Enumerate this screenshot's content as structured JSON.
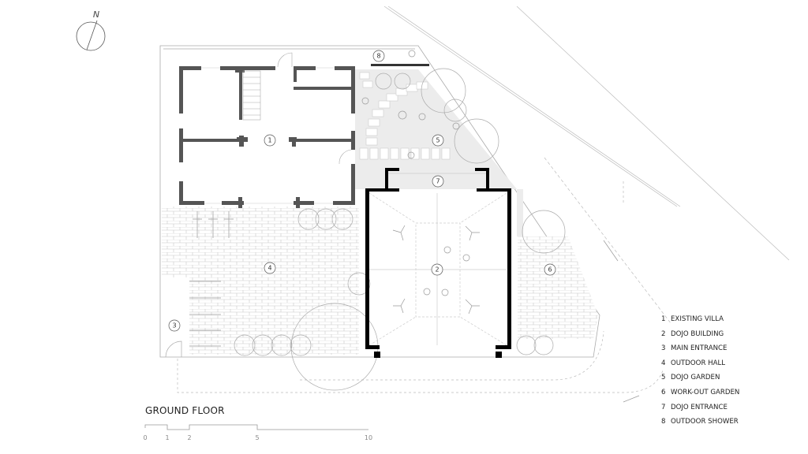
{
  "plan": {
    "title": "GROUND FLOOR",
    "north_label": "N",
    "room_markers": [
      "1",
      "2",
      "3",
      "4",
      "5",
      "6",
      "7",
      "8"
    ],
    "legend": [
      {
        "num": "1",
        "label": "EXISTING VILLA"
      },
      {
        "num": "2",
        "label": "DOJO BUILDING"
      },
      {
        "num": "3",
        "label": "MAIN ENTRANCE"
      },
      {
        "num": "4",
        "label": "OUTDOOR HALL"
      },
      {
        "num": "5",
        "label": "DOJO GARDEN"
      },
      {
        "num": "6",
        "label": "WORK-OUT GARDEN"
      },
      {
        "num": "7",
        "label": "DOJO ENTRANCE"
      },
      {
        "num": "8",
        "label": "OUTDOOR SHOWER"
      }
    ],
    "scale_bar": {
      "ticks": [
        "0",
        "1",
        "2",
        "5",
        "10"
      ]
    }
  },
  "colors": {
    "existing_wall": "#555555",
    "new_wall": "#000000",
    "garden": "#ececec",
    "line": "#bbbbbb"
  }
}
